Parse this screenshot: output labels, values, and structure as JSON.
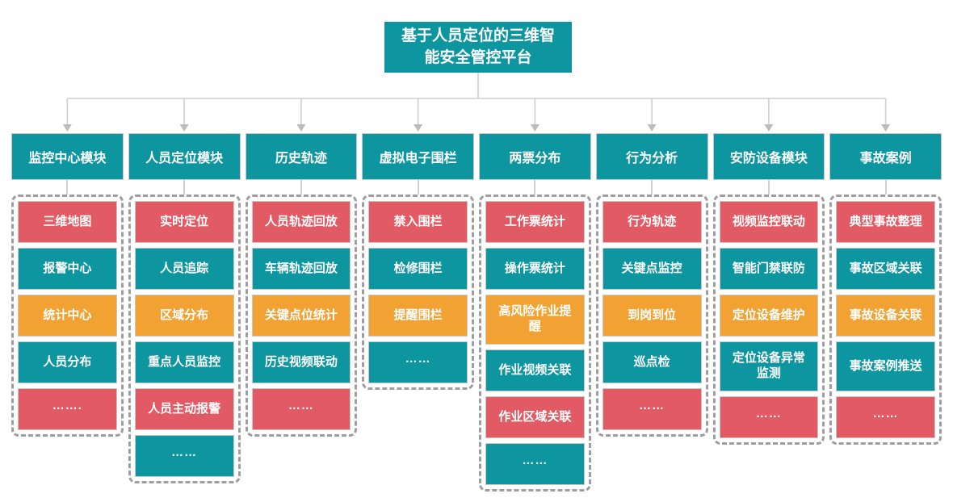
{
  "title": "基于人员定位的三维智能安全管控平台",
  "colors": {
    "teal": "#0D95A0",
    "red": "#E25A63",
    "orange": "#F2A233",
    "connector_line": "#CFCFCF",
    "connector_arrow": "#BCBCBC",
    "dashed_border": "#9E9E9E"
  },
  "columns": [
    {
      "header": "监控中心模块",
      "items": [
        {
          "label": "三维地图",
          "color": "red"
        },
        {
          "label": "报警中心",
          "color": "teal"
        },
        {
          "label": "统计中心",
          "color": "orange"
        },
        {
          "label": "人员分布",
          "color": "teal"
        },
        {
          "label": "…….",
          "color": "red"
        }
      ]
    },
    {
      "header": "人员定位模块",
      "items": [
        {
          "label": "实时定位",
          "color": "red"
        },
        {
          "label": "人员追踪",
          "color": "teal"
        },
        {
          "label": "区域分布",
          "color": "orange"
        },
        {
          "label": "重点人员监控",
          "color": "teal"
        },
        {
          "label": "人员主动报警",
          "color": "red"
        },
        {
          "label": "……",
          "color": "teal"
        }
      ]
    },
    {
      "header": "历史轨迹",
      "items": [
        {
          "label": "人员轨迹回放",
          "color": "red"
        },
        {
          "label": "车辆轨迹回放",
          "color": "teal"
        },
        {
          "label": "关键点位统计",
          "color": "orange"
        },
        {
          "label": "历史视频联动",
          "color": "teal"
        },
        {
          "label": "……",
          "color": "red"
        }
      ]
    },
    {
      "header": "虚拟电子围栏",
      "items": [
        {
          "label": "禁入围栏",
          "color": "red"
        },
        {
          "label": "检修围栏",
          "color": "teal"
        },
        {
          "label": "提醒围栏",
          "color": "orange"
        },
        {
          "label": "……",
          "color": "teal"
        }
      ]
    },
    {
      "header": "两票分布",
      "items": [
        {
          "label": "工作票统计",
          "color": "red"
        },
        {
          "label": "操作票统计",
          "color": "teal"
        },
        {
          "label": "高风险作业提醒",
          "color": "orange",
          "tall": true
        },
        {
          "label": "作业视频关联",
          "color": "teal"
        },
        {
          "label": "作业区域关联",
          "color": "red"
        },
        {
          "label": "……",
          "color": "teal"
        }
      ]
    },
    {
      "header": "行为分析",
      "items": [
        {
          "label": "行为轨迹",
          "color": "red"
        },
        {
          "label": "关键点监控",
          "color": "teal"
        },
        {
          "label": "到岗到位",
          "color": "orange"
        },
        {
          "label": "巡点检",
          "color": "teal"
        },
        {
          "label": "……",
          "color": "red"
        }
      ]
    },
    {
      "header": "安防设备模块",
      "items": [
        {
          "label": "视频监控联动",
          "color": "red"
        },
        {
          "label": "智能门禁联防",
          "color": "teal"
        },
        {
          "label": "定位设备维护",
          "color": "orange"
        },
        {
          "label": "定位设备异常监测",
          "color": "teal",
          "tall": true
        },
        {
          "label": "……",
          "color": "red"
        }
      ]
    },
    {
      "header": "事故案例",
      "items": [
        {
          "label": "典型事故整理",
          "color": "red"
        },
        {
          "label": "事故区域关联",
          "color": "teal"
        },
        {
          "label": "事故设备关联",
          "color": "orange"
        },
        {
          "label": "事故案例推送",
          "color": "teal",
          "tall": true
        },
        {
          "label": "……",
          "color": "red"
        }
      ]
    }
  ]
}
